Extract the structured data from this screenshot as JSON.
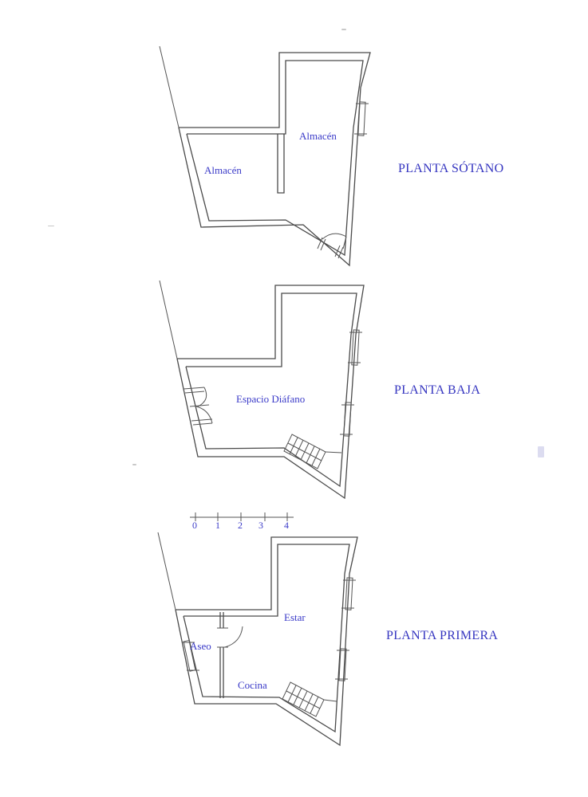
{
  "document": {
    "type": "floor-plan-sheet",
    "plans": [
      {
        "id": "sotano",
        "title": "PLANTA SÓTANO",
        "rooms": [
          {
            "label": "Almacén"
          },
          {
            "label": "Almacén"
          }
        ]
      },
      {
        "id": "baja",
        "title": "PLANTA BAJA",
        "rooms": [
          {
            "label": "Espacio Diáfano"
          }
        ]
      },
      {
        "id": "primera",
        "title": "PLANTA PRIMERA",
        "rooms": [
          {
            "label": "Estar"
          },
          {
            "label": "Aseo"
          },
          {
            "label": "Cocina"
          }
        ]
      }
    ],
    "scale_bar": {
      "ticks": [
        "0",
        "1",
        "2",
        "3",
        "4"
      ]
    },
    "colors": {
      "text": "#3a3ac8",
      "lines": "#4a4a4a",
      "background": "#ffffff"
    }
  }
}
